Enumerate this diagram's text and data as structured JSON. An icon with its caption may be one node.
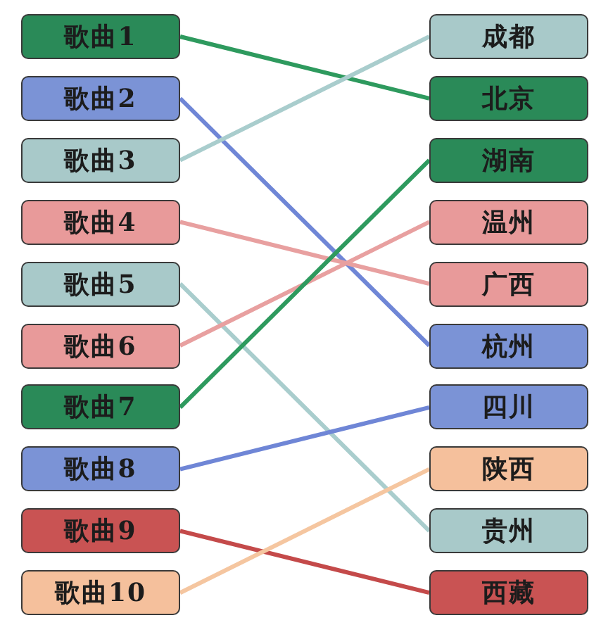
{
  "diagram": {
    "nodes": [
      {
        "text": [
          "歌曲1"
        ]
      },
      {
        "text": [
          "歌曲2"
        ]
      },
      {
        "text": [
          "歌曲3"
        ]
      },
      {
        "text": [
          "歌曲4"
        ]
      },
      {
        "text": [
          "歌曲5"
        ]
      },
      {
        "text": [
          "歌曲6"
        ]
      },
      {
        "text": [
          "歌曲7"
        ]
      },
      {
        "text": [
          "歌曲8"
        ]
      },
      {
        "text": [
          "歌曲9"
        ]
      },
      {
        "text": [
          "歌曲10"
        ]
      },
      {
        "text": [
          "成都"
        ]
      },
      {
        "text": [
          "北京"
        ]
      },
      {
        "text": [
          "湖南"
        ]
      },
      {
        "text": [
          "温州"
        ]
      },
      {
        "text": [
          "广西"
        ]
      },
      {
        "text": [
          "杭州"
        ]
      },
      {
        "text": [
          "四川"
        ]
      },
      {
        "text": [
          "陕西"
        ]
      },
      {
        "text": [
          "贵州"
        ]
      },
      {
        "text": [
          "西藏"
        ]
      }
    ],
    "edges": [
      {
        "from": 0,
        "to": 11,
        "arrow": "none",
        "color": "#2e9a5e"
      },
      {
        "from": 1,
        "to": 15,
        "arrow": "none",
        "color": "#6f86d6"
      },
      {
        "from": 2,
        "to": 10,
        "arrow": "none",
        "color": "#a9cdcd"
      },
      {
        "from": 3,
        "to": 14,
        "arrow": "none",
        "color": "#e8a0a0"
      },
      {
        "from": 4,
        "to": 18,
        "arrow": "none",
        "color": "#a9cdcd"
      },
      {
        "from": 5,
        "to": 13,
        "arrow": "none",
        "color": "#e8a0a0"
      },
      {
        "from": 6,
        "to": 12,
        "arrow": "none",
        "color": "#2e9a5e"
      },
      {
        "from": 7,
        "to": 16,
        "arrow": "none",
        "color": "#6f86d6"
      },
      {
        "from": 8,
        "to": 19,
        "arrow": "none",
        "color": "#c44a4a"
      },
      {
        "from": 9,
        "to": 17,
        "arrow": "none",
        "color": "#f5c6a0"
      }
    ]
  }
}
